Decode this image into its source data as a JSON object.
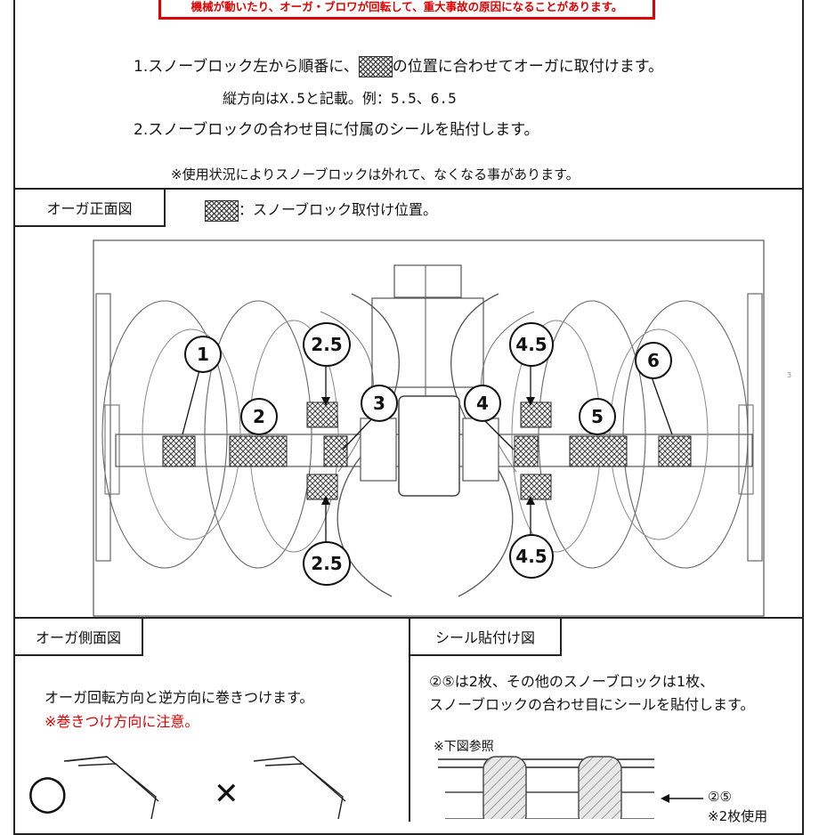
{
  "warning": "機械が動いたり、オーガ・ブロワが回転して、重大事故の原因になることがあります。",
  "instructions": {
    "line1_prefix": "1.スノーブロック左から順番に、",
    "line1_suffix": "の位置に合わせてオーガに取付けます。",
    "line1_sub": "縦方向はX.5と記載。例：5.5、6.5",
    "line2": "2.スノーブロックの合わせ目に付属のシールを貼付します。",
    "caution": "※使用状況によりスノーブロックは外れて、なくなる事があります。"
  },
  "front_view": {
    "tab_label": "オーガ正面図",
    "legend": "：スノーブロック取付け位置。",
    "callouts": [
      "1",
      "2",
      "2.5",
      "3",
      "4",
      "4.5",
      "5",
      "6",
      "2.5",
      "4.5"
    ],
    "page_mark": "3"
  },
  "side_view": {
    "tab_label": "オーガ側面図",
    "text": "オーガ回転方向と逆方向に巻きつけます。",
    "caution": "※巻きつけ方向に注意。",
    "ok_mark": "◯",
    "ng_mark": "✕"
  },
  "seal_view": {
    "tab_label": "シール貼付け図",
    "text_line1": "②⑤は2枚、その他のスノーブロックは1枚、",
    "text_line2": "スノーブロックの合わせ目にシールを貼付します。",
    "ref": "※下図参照",
    "arrow_label": "②⑤",
    "arrow_note": "※2枚使用"
  },
  "colors": {
    "warning": "#e00000",
    "ink": "#222222"
  }
}
